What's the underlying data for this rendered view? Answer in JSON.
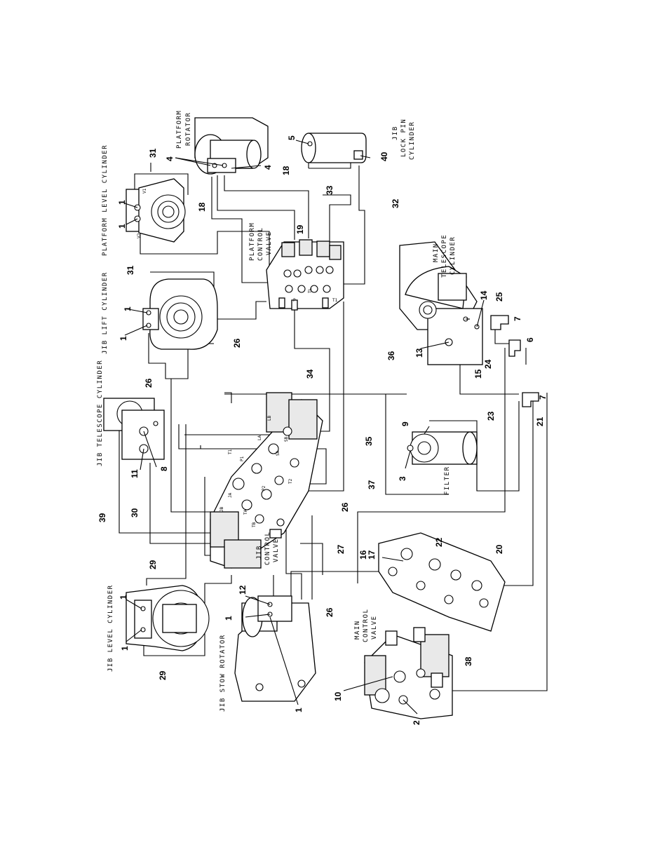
{
  "labels": {
    "platform_level_cylinder": "PLATFORM LEVEL CYLINDER",
    "platform_rotator_1": "PLATFORM",
    "platform_rotator_2": "ROTATOR",
    "jib_lock_pin_1": "JIB",
    "jib_lock_pin_2": "LOCK PIN",
    "jib_lock_pin_3": "CYLINDER",
    "platform_control_1": "PLATFORM",
    "platform_control_2": "CONTROL",
    "platform_control_3": "VALVE",
    "jib_lift_cylinder": "JIB LIFT CYLINDER",
    "jib_telescope_cylinder": "JIB TELESCOPE CYLINDER",
    "main_telescope_1": "MAIN",
    "main_telescope_2": "TELESCOPE",
    "main_telescope_3": "CYLINDER",
    "filter": "FILTER",
    "jib_control_1": "JIB",
    "jib_control_2": "CONTROL",
    "jib_control_3": "VALVE",
    "jib_level_cylinder": "JIB LEVEL CYLINDER",
    "jib_stow_rotator": "JIB STOW ROTATOR",
    "main_control_1": "MAIN",
    "main_control_2": "CONTROL",
    "main_control_3": "VALVE"
  },
  "callouts": {
    "c31a": "31",
    "c31b": "31",
    "c1a": "1",
    "c1b": "1",
    "c1c": "1",
    "c1d": "1",
    "c1e": "1",
    "c1f": "1",
    "c1g": "1",
    "c1h": "1",
    "c4a": "4",
    "c4b": "4",
    "c5": "5",
    "c40": "40",
    "c18a": "18",
    "c18b": "18",
    "c19": "19",
    "c33": "33",
    "c32": "32",
    "c26a": "26",
    "c26b": "26",
    "c26c": "26",
    "c26d": "26",
    "c34": "34",
    "c36": "36",
    "c35": "35",
    "c37": "37",
    "c14": "14",
    "c25": "25",
    "c7a": "7",
    "c7b": "7",
    "c6": "6",
    "c13": "13",
    "c15": "15",
    "c24": "24",
    "c23": "23",
    "c21": "21",
    "c20": "20",
    "c22": "22",
    "c9": "9",
    "c3": "3",
    "c11": "11",
    "c8": "8",
    "c39": "39",
    "c30": "30",
    "c29a": "29",
    "c29b": "29",
    "c27": "27",
    "c12": "12",
    "c16": "16",
    "c17": "17",
    "c10": "10",
    "c2": "2",
    "c38": "38"
  },
  "ports": {
    "v1": "V1",
    "v2": "V2",
    "t1": "T1",
    "p1": "P1",
    "p2": "P2",
    "la": "LA",
    "lb": "LB",
    "sa": "SA",
    "sb": "SB",
    "ja": "JA",
    "jb": "JB",
    "ta": "TA",
    "tb": "TB",
    "t2": "T2",
    "p": "P",
    "tl": "TL"
  }
}
